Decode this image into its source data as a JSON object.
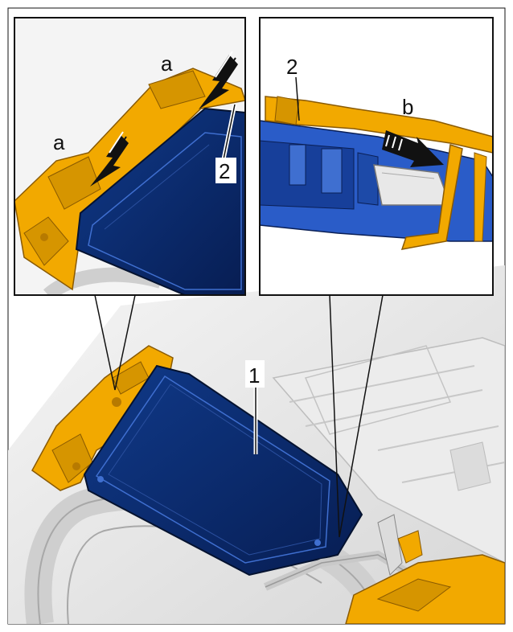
{
  "labels": {
    "part_1": "1",
    "part_2": "2",
    "detail_a": "a",
    "detail_b": "b"
  },
  "colors": {
    "bracket_yellow": "#f2a900",
    "bracket_shadow": "#b77a00",
    "module_blue": "#0b2a6e",
    "module_blue_light": "#2a5cc8",
    "background_gray": "#e3e3e3",
    "outline": "#111111",
    "arrow": "#111111"
  },
  "icons": {
    "press_arrow": "press-direction-arrow",
    "slide_arrow": "slide-direction-arrow"
  }
}
